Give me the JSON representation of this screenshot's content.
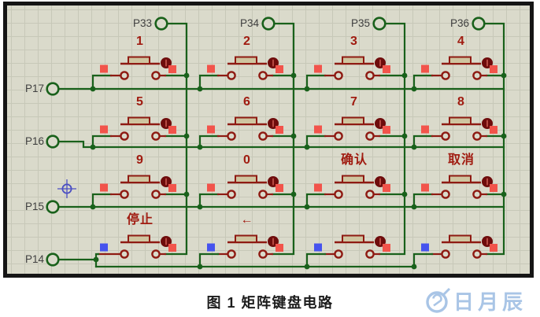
{
  "colors": {
    "canvas_bg": "#dadacb",
    "grid_line": "#c7c8b8",
    "frame_border": "#151515",
    "wire": "#19611b",
    "component": "#8e1a12",
    "component_fill": "#cfc5a0",
    "key_label": "#a01b10",
    "terminal_label": "#3f3f3f",
    "marker_red": "#f2544b",
    "marker_blue": "#4653ee",
    "actuator": "#6e0c0c",
    "origin_marker": "#4a4ec2",
    "caption_color": "#1c1c1c",
    "watermark_color": "#a9c5e6"
  },
  "schematic": {
    "column_terminals": [
      "P33",
      "P34",
      "P35",
      "P36"
    ],
    "row_terminals": [
      "P17",
      "P16",
      "P15",
      "P14"
    ],
    "keys": [
      [
        "1",
        "2",
        "3",
        "4"
      ],
      [
        "5",
        "6",
        "7",
        "8"
      ],
      [
        "9",
        "0",
        "确认",
        "取消"
      ],
      [
        "停止",
        "←",
        "",
        ""
      ]
    ]
  },
  "caption": {
    "text": "图 1 矩阵键盘电路"
  },
  "watermark": {
    "text": "日月辰"
  }
}
